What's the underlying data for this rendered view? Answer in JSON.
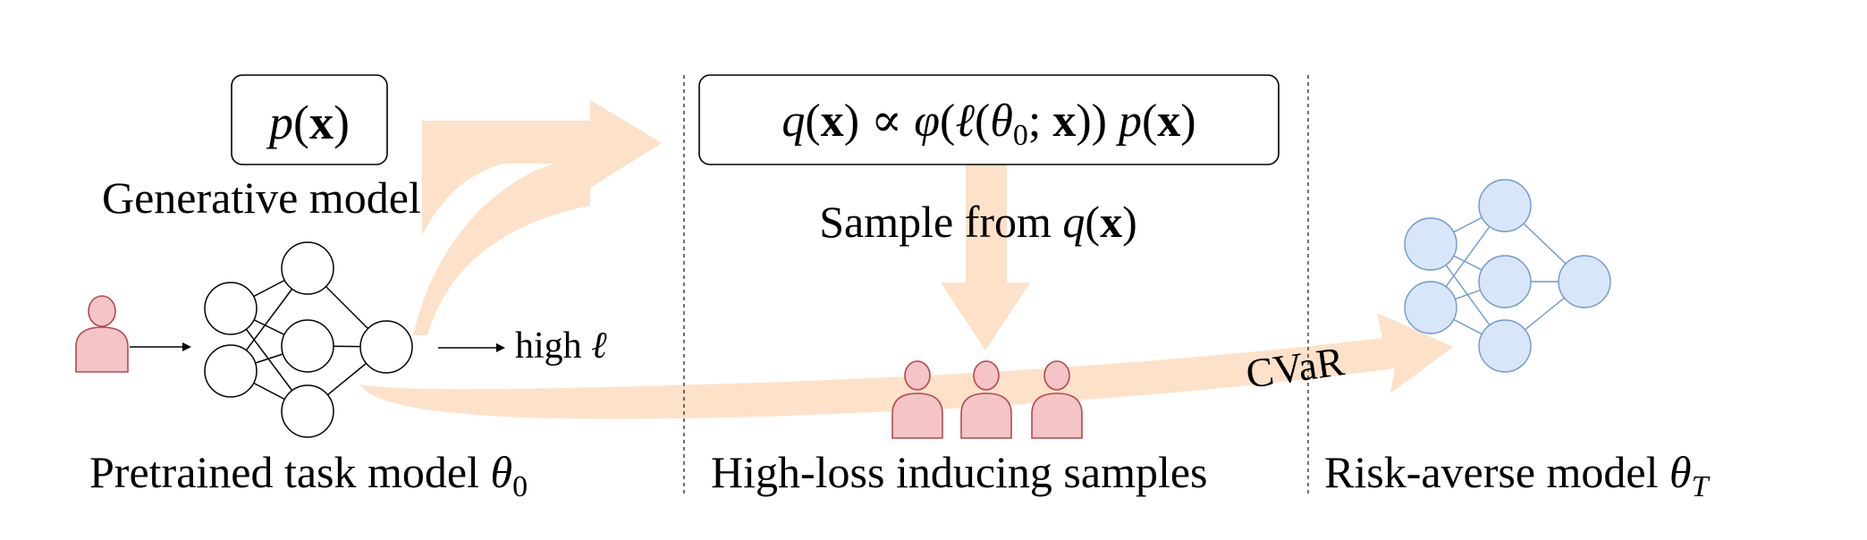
{
  "formula_left": {
    "p": "p",
    "x": "x"
  },
  "formula_center": {
    "q": "q",
    "x": "x",
    "propto": "∝",
    "varphi": "φ",
    "ell": "ℓ",
    "theta": "θ",
    "sub0": "0"
  },
  "labels": {
    "generative_model": "Generative model",
    "sample_from_prefix": "Sample from ",
    "high_loss": "high ",
    "ell_symbol": "ℓ",
    "cvar": "CVaR",
    "pretrained_prefix": "Pretrained task model ",
    "theta": "θ",
    "sub_0": "0",
    "high_loss_samples": "High-loss inducing samples",
    "risk_averse_prefix": "Risk-averse model ",
    "sub_T": "T"
  },
  "colors": {
    "arrow_fill": "#fde1c8",
    "person_fill": "#f4c4c6",
    "person_stroke": "#b04a4f",
    "net_blue_fill": "#d7e6f8",
    "net_blue_stroke": "#6f98cc",
    "black": "#000000"
  }
}
